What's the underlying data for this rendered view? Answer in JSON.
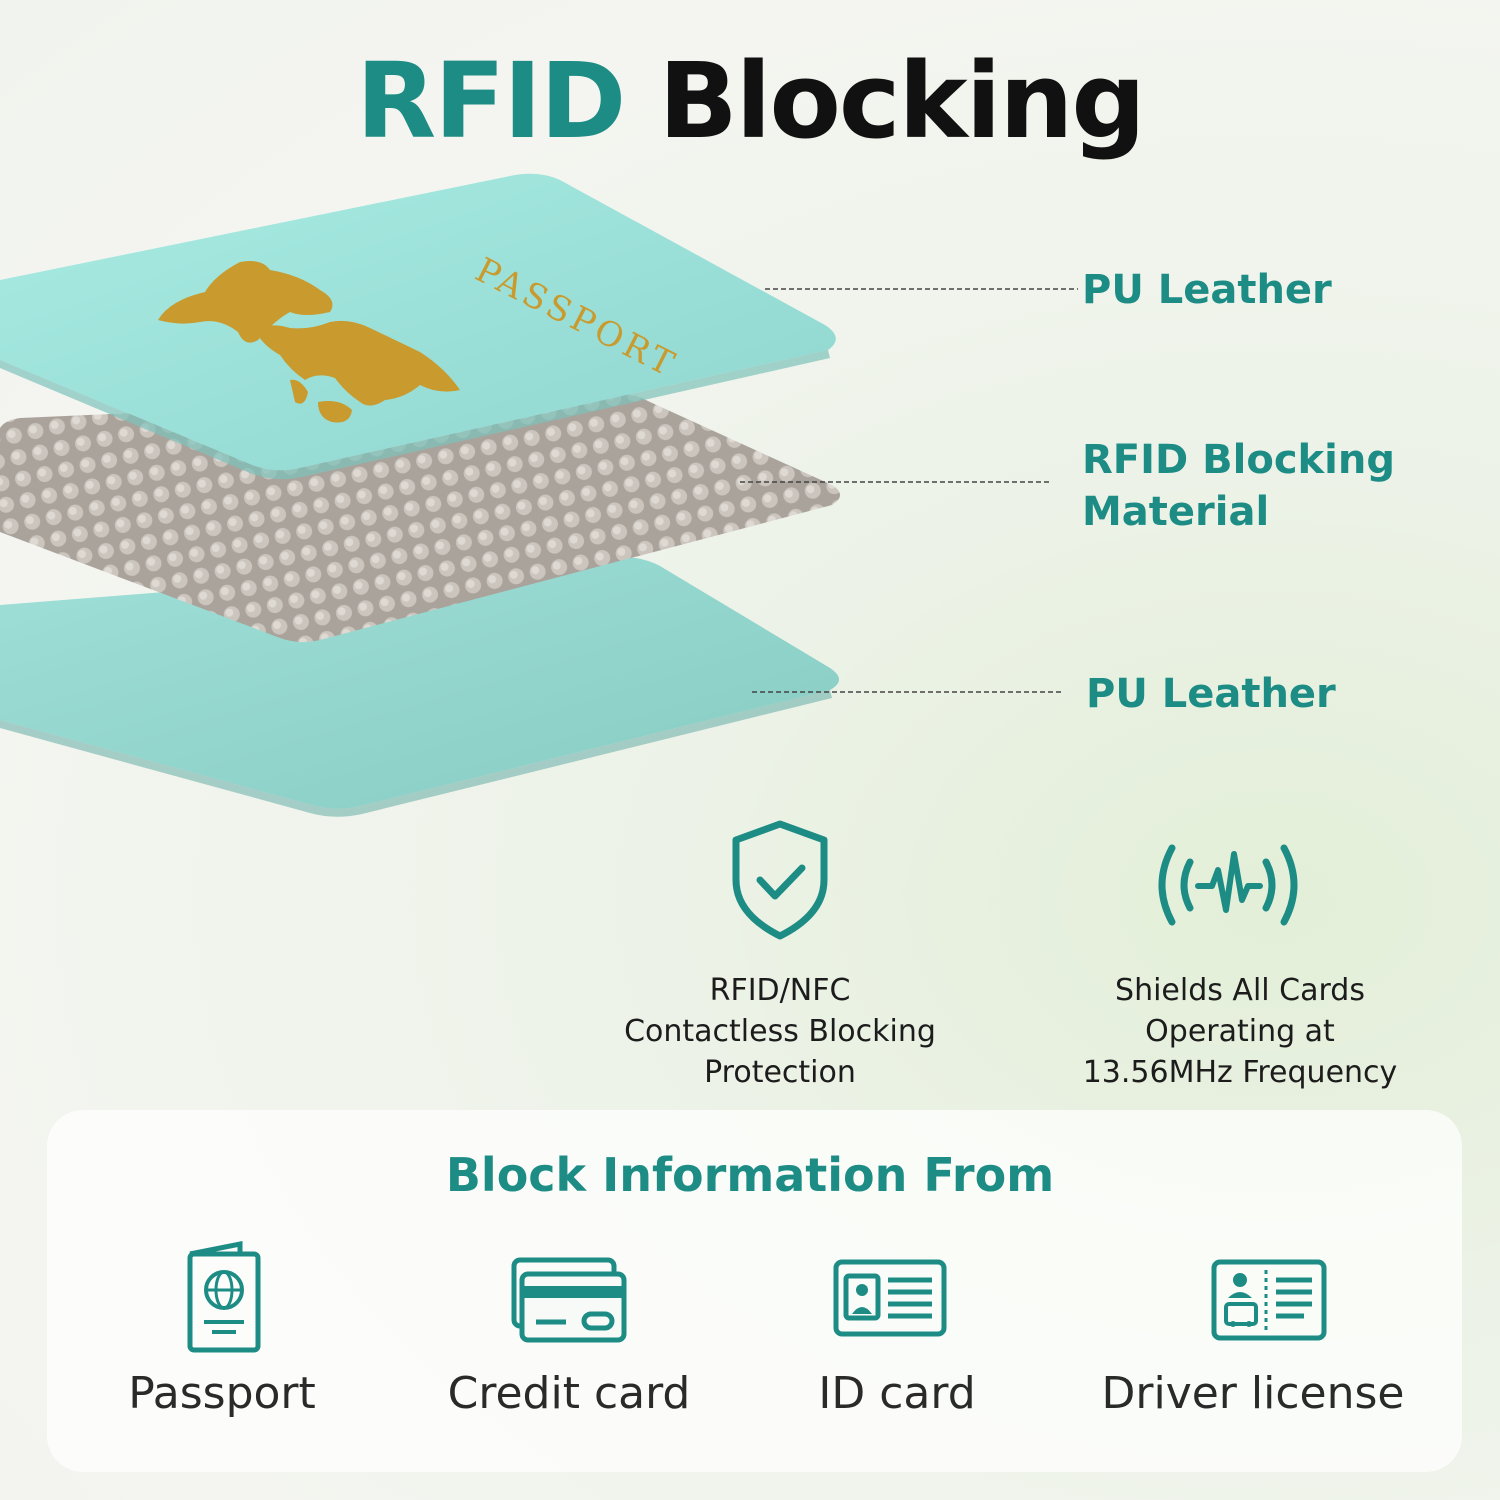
{
  "header": {
    "title_accent": "RFID",
    "title_rest": "Blocking"
  },
  "passport_cover_text": "PASSPORT",
  "layers": [
    {
      "label": "PU Leather"
    },
    {
      "label": "RFID Blocking\nMaterial"
    },
    {
      "label": "PU Leather"
    }
  ],
  "features": [
    {
      "icon": "shield-check-icon",
      "text": "RFID/NFC\nContactless Blocking\nProtection"
    },
    {
      "icon": "signal-wave-icon",
      "text": "Shields All Cards\nOperating at\n13.56MHz Frequency"
    }
  ],
  "block_panel": {
    "title": "Block Information From",
    "items": [
      {
        "icon": "passport-icon",
        "label": "Passport"
      },
      {
        "icon": "credit-card-icon",
        "label": "Credit card"
      },
      {
        "icon": "id-card-icon",
        "label": "ID card"
      },
      {
        "icon": "driver-license-icon",
        "label": "Driver license"
      }
    ]
  },
  "colors": {
    "accent": "#1d8c85",
    "leather": "#9fe3dc",
    "metal": "#b9b2aa",
    "gold": "#c99a2e"
  }
}
